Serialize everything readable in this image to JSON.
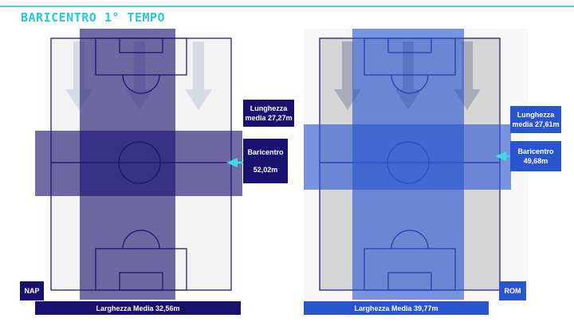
{
  "title": "BARICENTRO 1° TEMPO",
  "colors": {
    "accent": "#27c9d6",
    "nap": "#1a1070",
    "rom": "#2a55d0"
  },
  "teams": {
    "nap": {
      "name": "NAP",
      "lunghezza_label": "Lunghezza",
      "lunghezza_value": "media 27,27m",
      "baricentro_label": "Baricentro",
      "baricentro_value": "52,02m",
      "larghezza": "Larghezza Media 32,56m"
    },
    "rom": {
      "name": "ROM",
      "lunghezza_label": "Lunghezza",
      "lunghezza_value": "media 27,61m",
      "baricentro_label": "Baricentro",
      "baricentro_value": "49,68m",
      "larghezza": "Larghezza Media 39,77m"
    }
  }
}
